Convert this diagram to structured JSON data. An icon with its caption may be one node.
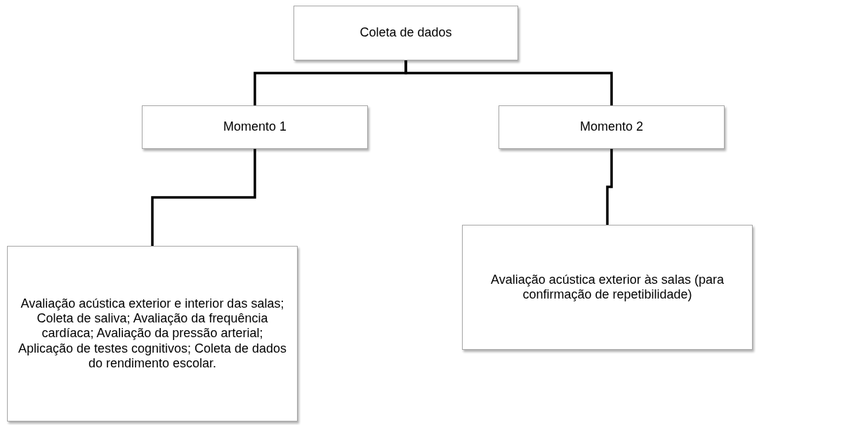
{
  "diagram": {
    "nodes": [
      {
        "text": [
          "Coleta de dados"
        ]
      },
      {
        "text": [
          "Momento 1"
        ]
      },
      {
        "text": [
          "Momento 2"
        ]
      },
      {
        "text": [
          "Avaliação acústica exterior e interior das salas; Coleta de saliva; Avaliação da frequência cardíaca; Avaliação da pressão arterial; Aplicação de testes cognitivos; Coleta de dados do rendimento escolar."
        ]
      },
      {
        "text": [
          "Avaliação acústica exterior às salas (para confirmação de repetibilidade)"
        ]
      }
    ],
    "edges": [
      {
        "from": 0,
        "to": 1,
        "arrow": "none"
      },
      {
        "from": 0,
        "to": 2,
        "arrow": "none"
      },
      {
        "from": 1,
        "to": 3,
        "arrow": "none"
      },
      {
        "from": 2,
        "to": 4,
        "arrow": "none"
      }
    ]
  }
}
